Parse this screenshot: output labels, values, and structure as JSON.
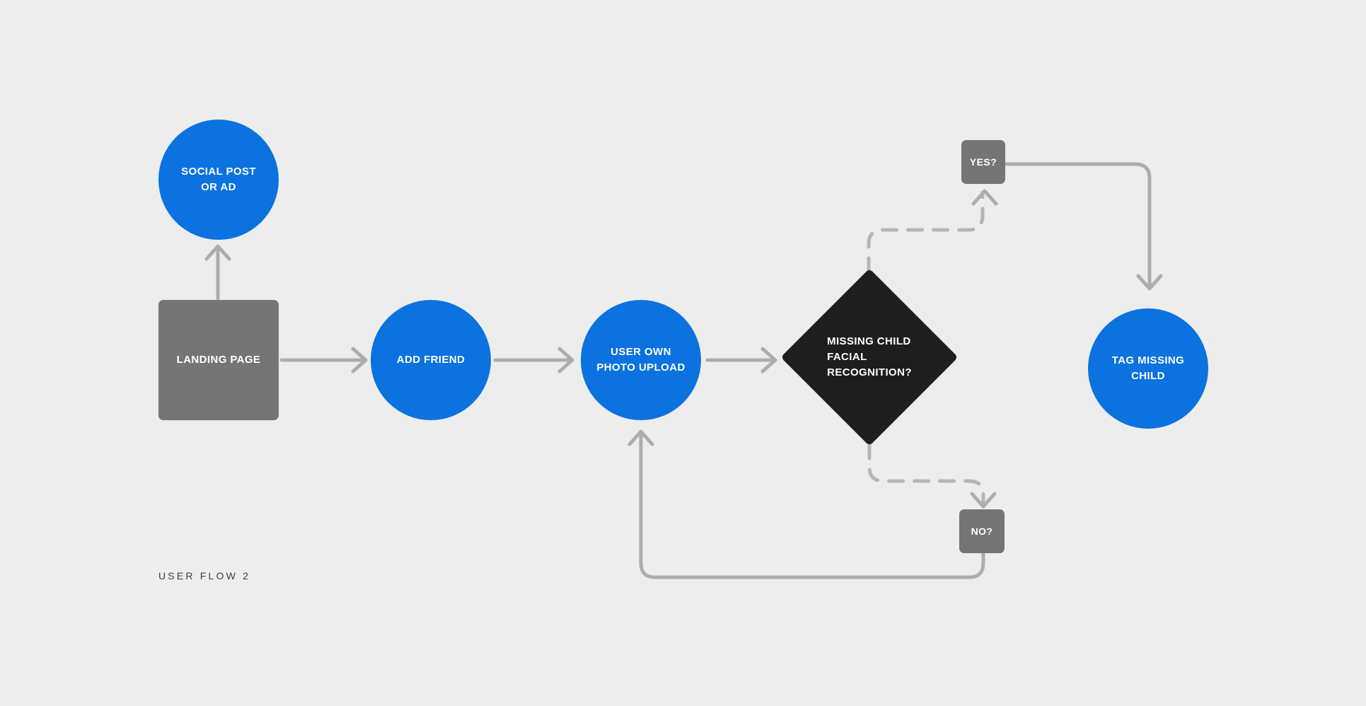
{
  "diagram": {
    "caption": "USER FLOW 2",
    "colors": {
      "background": "#ededed",
      "primary_blue": "#0b72e0",
      "grey": "#757575",
      "dark": "#1e1e1e",
      "connector": "#adadad",
      "label_text": "#ffffff",
      "caption_text": "#3d3d3d"
    },
    "nodes": [
      {
        "id": "social-post-or-ad",
        "label": "SOCIAL POST\nOR AD",
        "shape": "circle",
        "fill": "blue"
      },
      {
        "id": "landing-page",
        "label": "LANDING PAGE",
        "shape": "rect",
        "fill": "grey"
      },
      {
        "id": "add-friend",
        "label": "ADD FRIEND",
        "shape": "circle",
        "fill": "blue"
      },
      {
        "id": "user-own-photo-upload",
        "label": "USER OWN\nPHOTO UPLOAD",
        "shape": "circle",
        "fill": "blue"
      },
      {
        "id": "missing-child-facial-recognition",
        "label": "MISSING CHILD\nFACIAL\nRECOGNITION?",
        "shape": "diamond",
        "fill": "dark"
      },
      {
        "id": "yes",
        "label": "YES?",
        "shape": "pill",
        "fill": "grey"
      },
      {
        "id": "no",
        "label": "NO?",
        "shape": "pill",
        "fill": "grey"
      },
      {
        "id": "tag-missing-child",
        "label": "TAG MISSING\nCHILD",
        "shape": "circle",
        "fill": "blue"
      }
    ],
    "edges": [
      {
        "from": "landing-page",
        "to": "social-post-or-ad",
        "style": "solid",
        "direction": "up"
      },
      {
        "from": "landing-page",
        "to": "add-friend",
        "style": "solid",
        "direction": "right"
      },
      {
        "from": "add-friend",
        "to": "user-own-photo-upload",
        "style": "solid",
        "direction": "right"
      },
      {
        "from": "user-own-photo-upload",
        "to": "missing-child-facial-recognition",
        "style": "solid",
        "direction": "right"
      },
      {
        "from": "missing-child-facial-recognition",
        "to": "yes",
        "style": "dashed",
        "direction": "up"
      },
      {
        "from": "missing-child-facial-recognition",
        "to": "no",
        "style": "dashed",
        "direction": "down"
      },
      {
        "from": "yes",
        "to": "tag-missing-child",
        "style": "solid",
        "direction": "down"
      },
      {
        "from": "no",
        "to": "user-own-photo-upload",
        "style": "solid",
        "direction": "loop-back"
      }
    ]
  }
}
